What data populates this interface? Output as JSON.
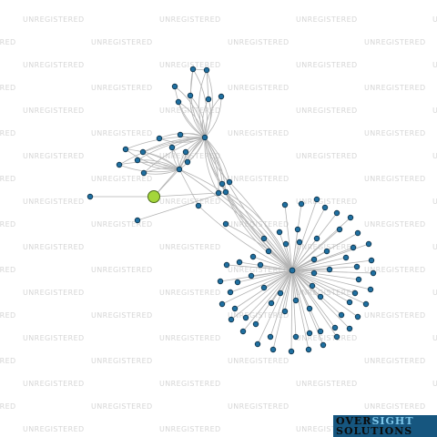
{
  "watermark": "UNREGISTERED",
  "logo": {
    "line1a": "OVER",
    "line1b": "SIGHT",
    "line2": "SOLUTIONS"
  },
  "colors": {
    "node": "#1f6fa0",
    "focus_node": "#a4d63a",
    "edge": "#b3b3b3",
    "logo_bg": "#16567f"
  }
}
